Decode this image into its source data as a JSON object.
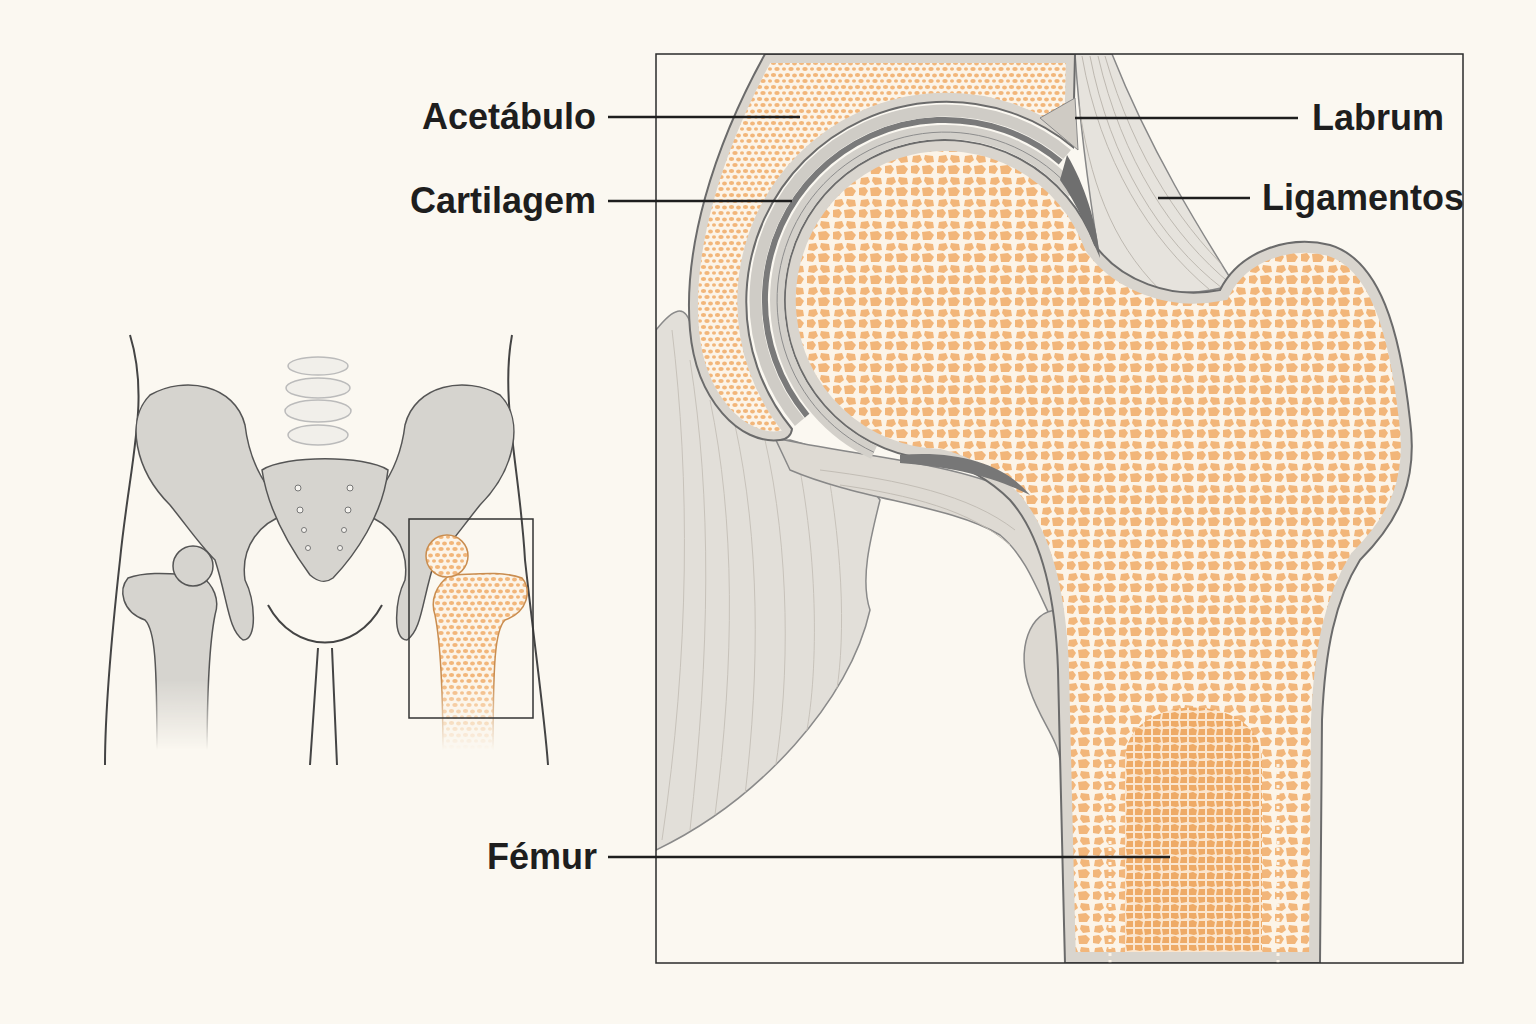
{
  "diagram": {
    "labels": [
      "Acetábulo",
      "Cartilagem",
      "Labrum",
      "Ligamentos",
      "Fémur"
    ]
  }
}
